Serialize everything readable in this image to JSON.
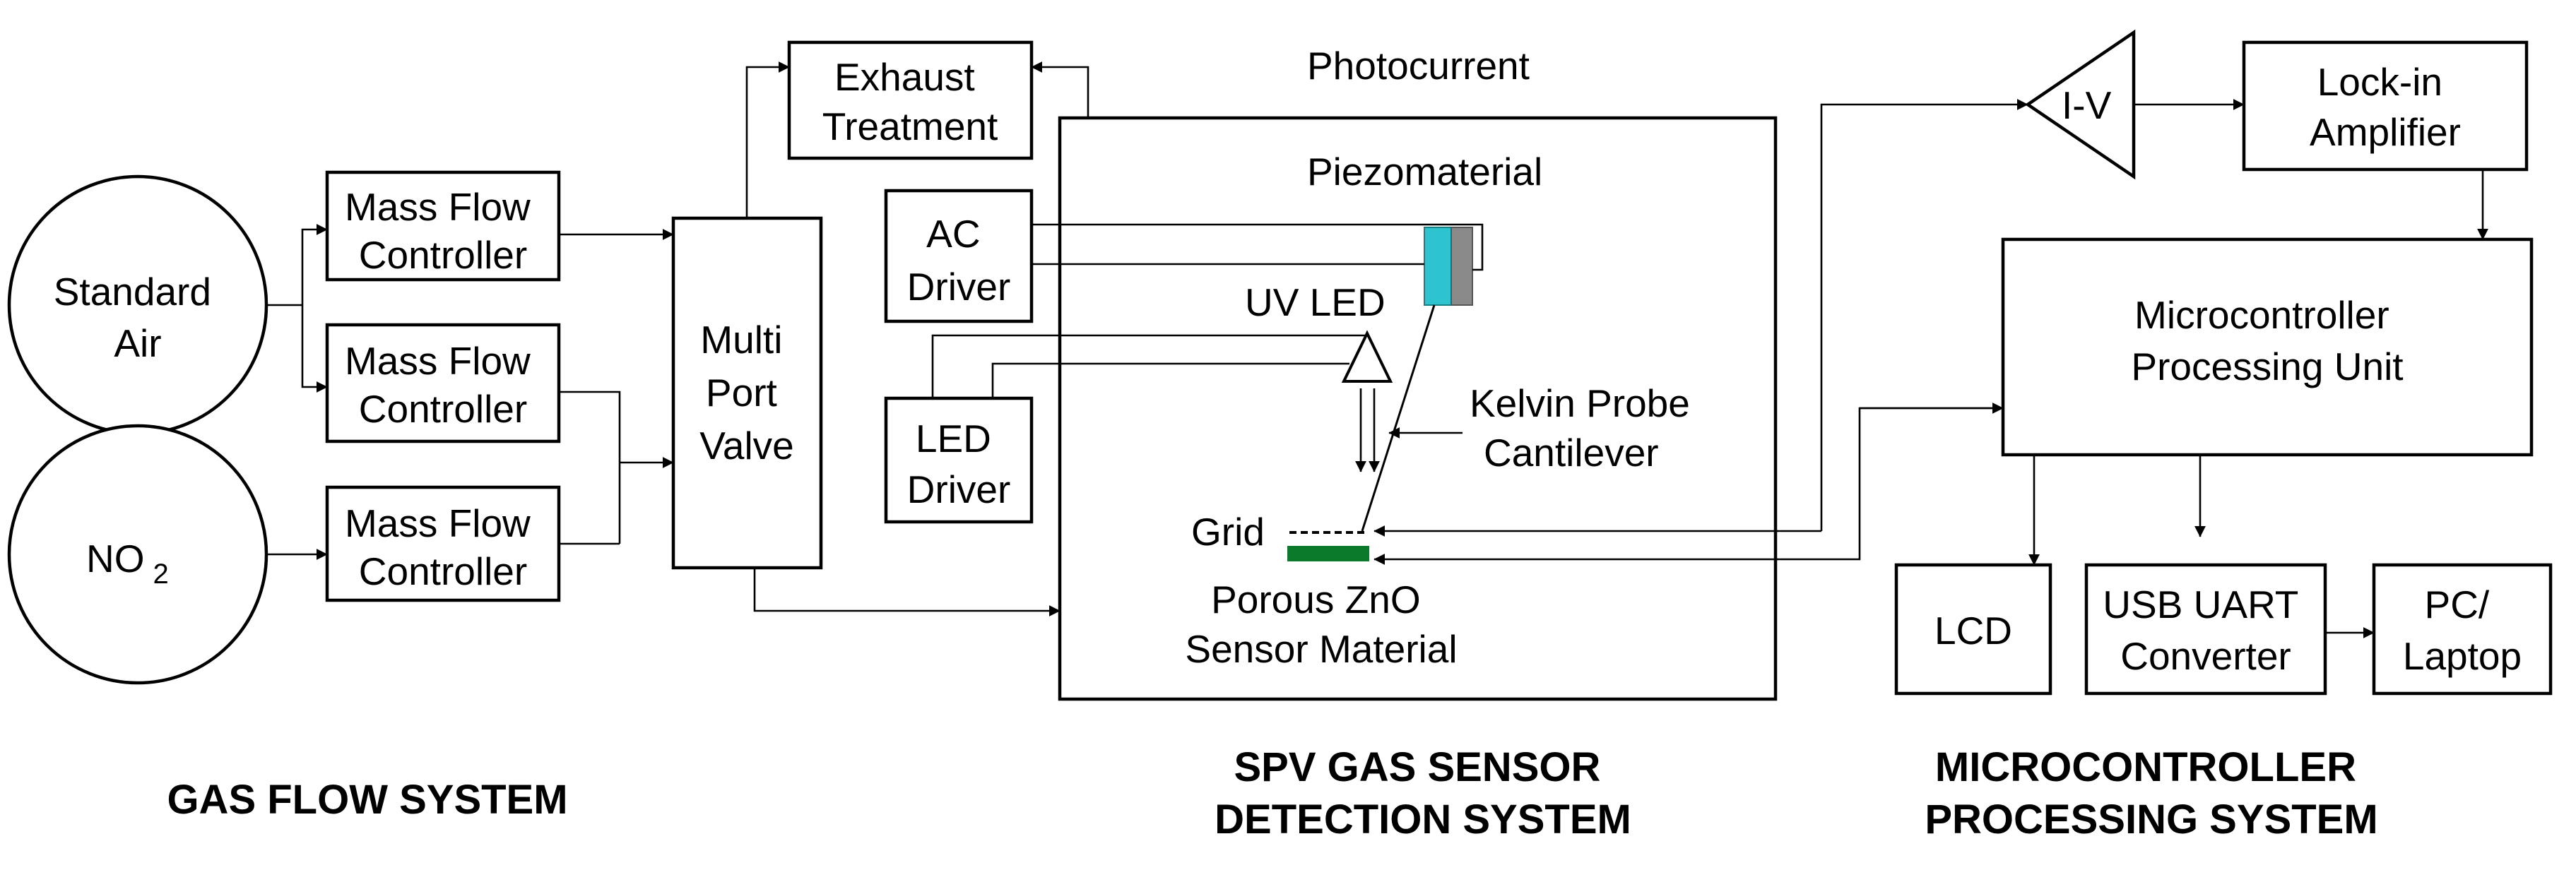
{
  "sources": {
    "standard_air": [
      "Standard",
      "Air"
    ],
    "no2": {
      "main": "NO",
      "subscript": "2"
    }
  },
  "mass_flow_controllers": [
    [
      "Mass Flow",
      "Controller"
    ],
    [
      "Mass Flow",
      "Controller"
    ],
    [
      "Mass Flow",
      "Controller"
    ]
  ],
  "multi_port_valve": [
    "Multi",
    "Port",
    "Valve"
  ],
  "exhaust_treatment": [
    "Exhaust",
    "Treatment"
  ],
  "ac_driver": [
    "AC",
    "Driver"
  ],
  "led_driver": [
    "LED",
    "Driver"
  ],
  "sensor": {
    "piezomaterial": "Piezomaterial",
    "uv_led": "UV LED",
    "kelvin_probe": [
      "Kelvin Probe",
      "Cantilever"
    ],
    "grid": "Grid",
    "sensor_material": [
      "Porous ZnO",
      "Sensor Material"
    ],
    "colors": {
      "piezo_cyan": "#2ec4cf",
      "piezo_gray": "#8a8a8a",
      "zno_green": "#0b7a2a"
    }
  },
  "photocurrent": "Photocurrent",
  "iv_converter": "I-V",
  "lock_in_amplifier": [
    "Lock-in",
    "Amplifier"
  ],
  "microcontroller": [
    "Microcontroller",
    "Processing Unit"
  ],
  "lcd": "LCD",
  "usb_uart": [
    "USB UART",
    "Converter"
  ],
  "pc_laptop": [
    "PC/",
    "Laptop"
  ],
  "section_titles": {
    "gas_flow": [
      "GAS FLOW SYSTEM"
    ],
    "spv": [
      "SPV GAS SENSOR",
      "DETECTION SYSTEM"
    ],
    "micro": [
      "MICROCONTROLLER",
      "PROCESSING SYSTEM"
    ]
  }
}
